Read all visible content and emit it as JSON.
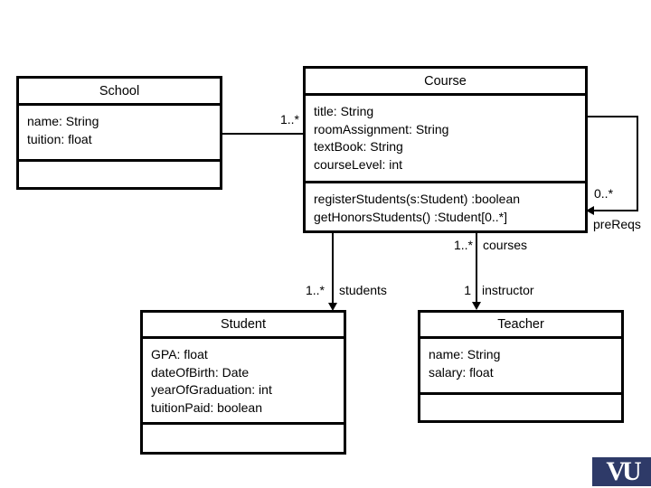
{
  "diagram": {
    "type": "uml-class-diagram",
    "classes": [
      {
        "name": "School",
        "attributes": [
          "name: String",
          "tuition: float"
        ],
        "methods": []
      },
      {
        "name": "Course",
        "attributes": [
          "title: String",
          "roomAssignment: String",
          "textBook: String",
          "courseLevel: int"
        ],
        "methods": [
          "registerStudents(s:Student) :boolean",
          "getHonorsStudents() :Student[0..*]"
        ]
      },
      {
        "name": "Student",
        "attributes": [
          "GPA: float",
          "dateOfBirth: Date",
          "yearOfGraduation: int",
          "tuitionPaid: boolean"
        ],
        "methods": []
      },
      {
        "name": "Teacher",
        "attributes": [
          "name: String",
          "salary: float"
        ],
        "methods": []
      }
    ],
    "associations": {
      "school_course": {
        "multiplicity": "1..*"
      },
      "course_prereqs": {
        "multiplicity": "0..*",
        "role": "preReqs"
      },
      "teacher_courses": {
        "multiplicity": "1..*",
        "role": "courses"
      },
      "course_students": {
        "multiplicity": "1..*",
        "role": "students"
      },
      "course_instructor": {
        "multiplicity": "1",
        "role": "instructor"
      }
    },
    "logo": {
      "text": "VU",
      "background": "#2e3a68",
      "color": "#ffffff"
    }
  }
}
